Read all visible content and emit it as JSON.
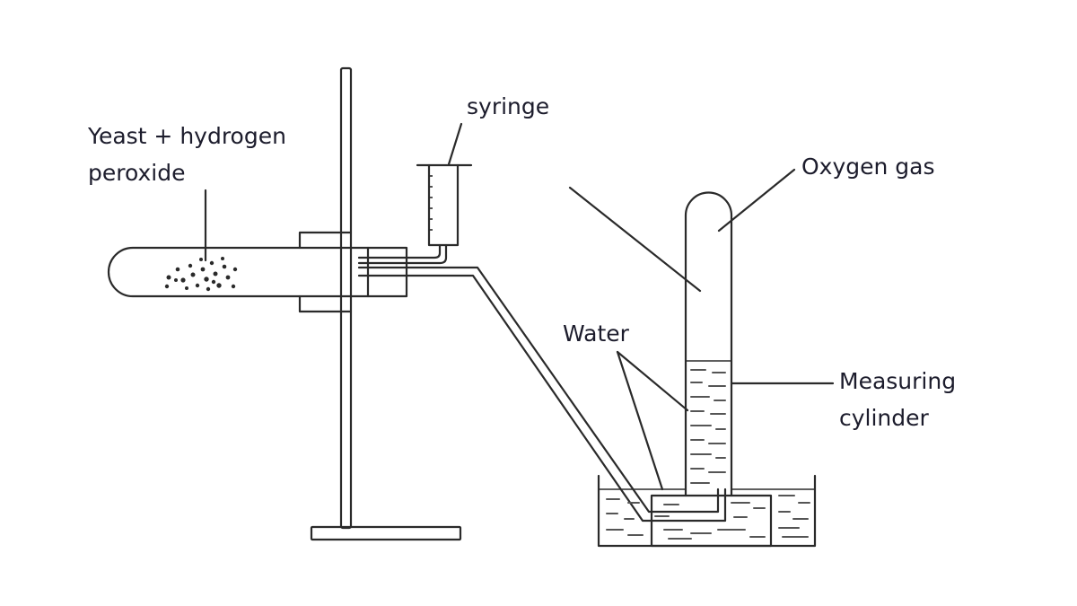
{
  "diagram": {
    "title": "Oxygen gas collection from yeast and hydrogen peroxide",
    "labels": {
      "reactants_line1": "Yeast + hydrogen",
      "reactants_line2": "peroxide",
      "syringe": "syringe",
      "oxygen_gas": "Oxygen gas",
      "water": "Water",
      "measuring_cylinder_line1": "Measuring",
      "measuring_cylinder_line2": "cylinder"
    },
    "components": [
      "retort stand",
      "boiling tube",
      "clamp",
      "syringe",
      "rubber stopper",
      "delivery tube",
      "water trough",
      "beehive shelf",
      "measuring cylinder"
    ],
    "colors": {
      "line": "#2a2a2a",
      "text": "#1c1c2c",
      "background": "#ffffff"
    }
  }
}
